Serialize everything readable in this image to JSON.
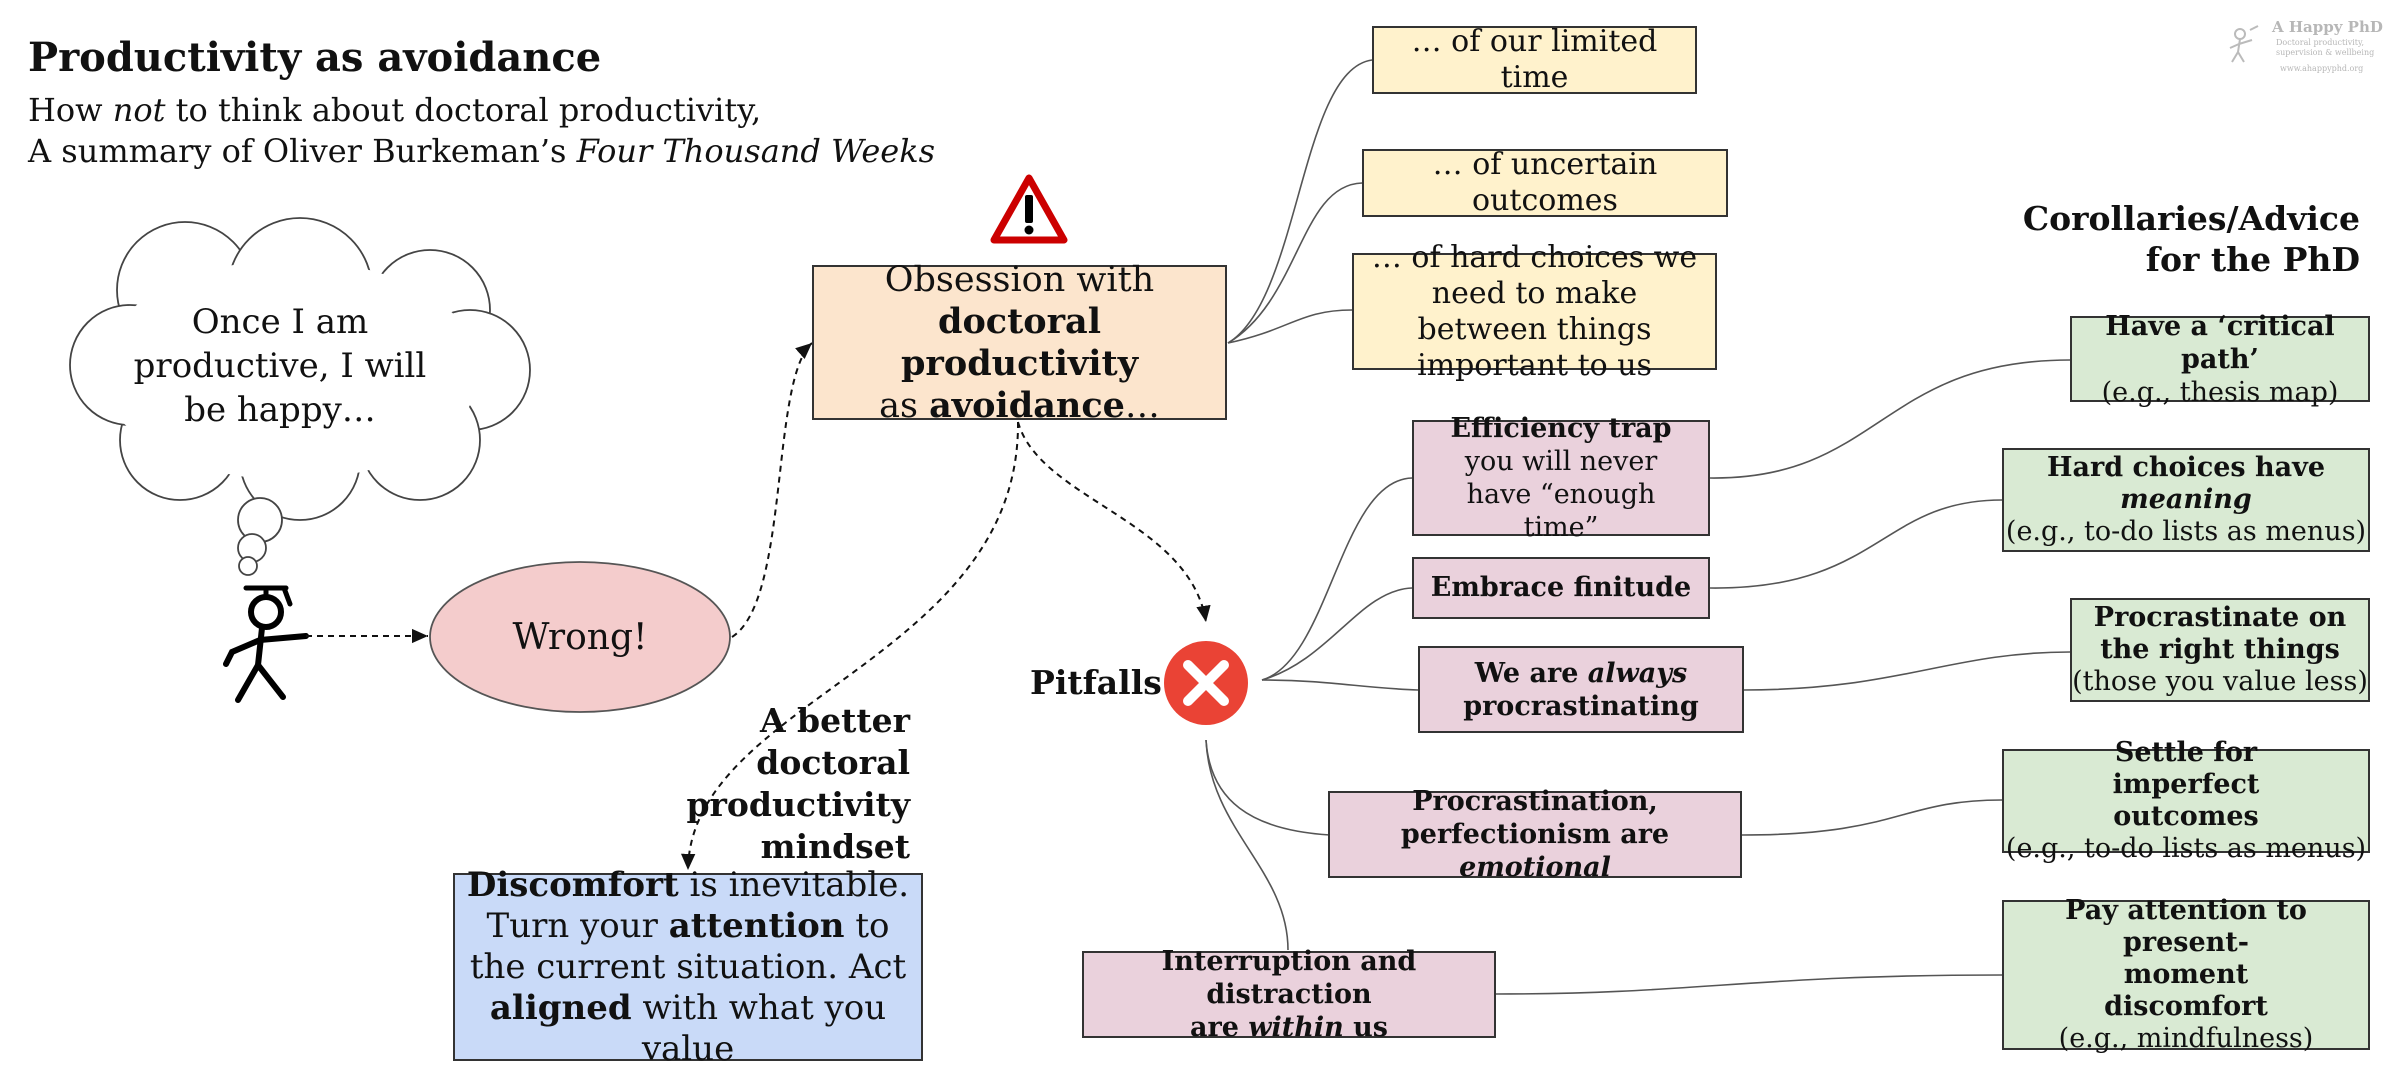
{
  "title": "Productivity as avoidance",
  "subtitle": {
    "line1_a": "How ",
    "line1_em": "not",
    "line1_b": " to think about doctoral productivity,",
    "line2_a": "A summary of Oliver Burkeman’s ",
    "line2_em": "Four Thousand Weeks"
  },
  "thought_bubble": "Once I am productive, I will be happy…",
  "wrong_label": "Wrong!",
  "obsession": {
    "line1": "Obsession with",
    "line2_bold": "doctoral productivity",
    "line3_a": "as ",
    "line3_bold": "avoidance",
    "line3_b": "…"
  },
  "avoidance_items": [
    "… of our limited time",
    "… of uncertain outcomes",
    "… of hard choices we need to make between things important to us"
  ],
  "better_mindset": {
    "label": "A better doctoral productivity mindset",
    "p1_bold": "Discomfort",
    "p1_rest": " is inevitable.",
    "p2_a": "Turn your ",
    "p2_bold": "attention",
    "p2_b": " to the current situation. Act ",
    "p3_bold": "aligned",
    "p3_rest": " with what you value"
  },
  "pitfalls_label": "Pitfalls",
  "pitfalls": {
    "efficiency_title": "Efficiency trap",
    "efficiency_rest": "you will never have “enough time”",
    "finitude": "Embrace finitude",
    "procrast_a": "We are ",
    "procrast_em": "always",
    "procrast_b": "procrastinating",
    "emotional_a": "Procrastination,",
    "emotional_b": "perfectionism are ",
    "emotional_em": "emotional",
    "interrupt_a": "Interruption and distraction",
    "interrupt_b": "are ",
    "interrupt_em": "within",
    "interrupt_c": " us"
  },
  "corollaries_title": "Corollaries/Advice for the PhD",
  "advice": {
    "critical_title": "Have a ‘critical path’",
    "critical_ex": "(e.g., thesis map)",
    "hard_title": "Hard choices have",
    "hard_em": "meaning",
    "hard_ex": "(e.g., to-do lists as menus)",
    "procrast_title": "Procrastinate on the right things",
    "procrast_ex": "(those you value less)",
    "settle_title": "Settle for imperfect outcomes",
    "settle_ex": "(e.g., to-do lists as menus)",
    "attention_title": "Pay attention to present-moment discomfort",
    "attention_ex": "(e.g., mindfulness)"
  },
  "logo": {
    "title": "A Happy PhD",
    "tagline": "Doctoral productivity, supervision & wellbeing",
    "url": "www.ahappyphd.org"
  },
  "icons": {
    "warning": "warning-triangle-icon",
    "pitfalls": "red-x-circle-icon",
    "person": "stick-figure-graduate-icon"
  },
  "colors": {
    "yellow_box": "#fff2cc",
    "orange_box": "#fce5cd",
    "pink_box": "#ead1dc",
    "green_box": "#d9ead3",
    "blue_box": "#c9daf8",
    "wrong_ellipse": "#f4cccc",
    "pitfall_red": "#ea4335",
    "warning_red": "#cc0000"
  }
}
